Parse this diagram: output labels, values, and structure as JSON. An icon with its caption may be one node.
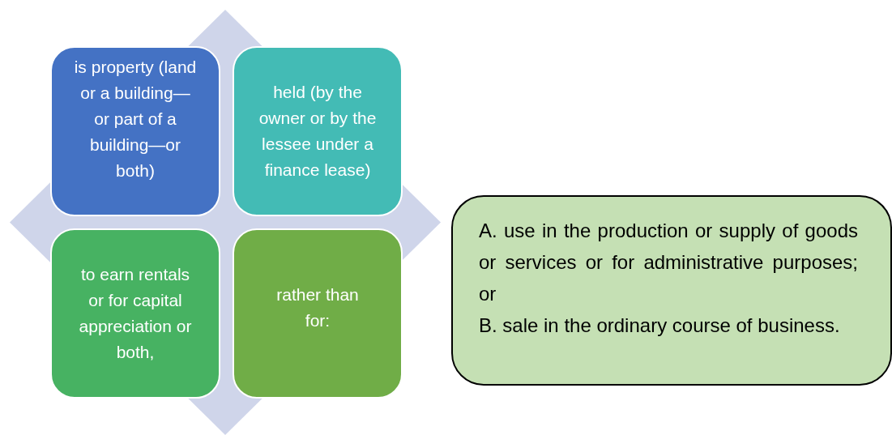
{
  "diagram": {
    "nodes": [
      {
        "text": [],
        "shape": "diamond"
      },
      {
        "text": [
          "is property (land or a building—or part of a building—or both)"
        ],
        "in": 0
      },
      {
        "text": [
          "held (by the owner or by the lessee under a finance lease)"
        ],
        "in": 0
      },
      {
        "text": [
          "to earn rentals or for capital appreciation or both,"
        ],
        "in": 0
      },
      {
        "text": [
          "rather than for:"
        ],
        "in": 0
      },
      {
        "text": [
          "A. use in the production or supply of goods or services or for administrative purposes; or",
          "B. sale in the ordinary course of business."
        ]
      }
    ]
  }
}
